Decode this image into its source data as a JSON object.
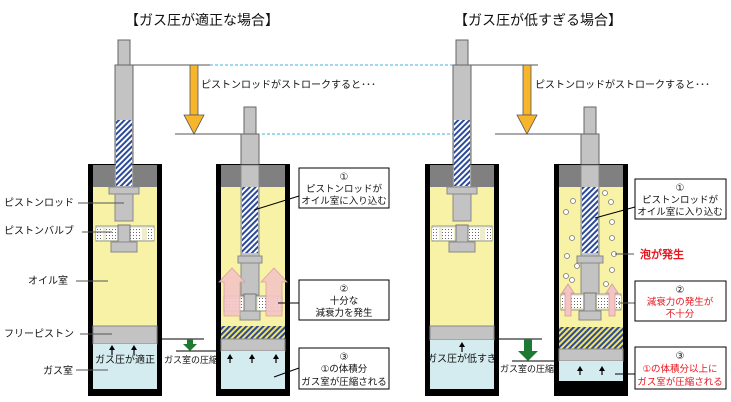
{
  "titles": {
    "left": "【ガス圧が適正な場合】",
    "right": "【ガス圧が低すぎる場合】"
  },
  "stroke_caption": "ピストンロッドがストロークすると･･･",
  "part_labels": {
    "rod": "ピストンロッド",
    "valve": "ピストンバルブ",
    "oil": "オイル室",
    "free_piston": "フリーピストン",
    "gas": "ガス室"
  },
  "gas_state": {
    "proper": "ガス圧が適正",
    "low": "ガス圧が低すぎ"
  },
  "gas_compression": "ガス室の圧縮",
  "bubble_label": "泡が発生",
  "proper_boxes": [
    {
      "num": "①",
      "line1": "ピストンロッドが",
      "line2": "オイル室に入り込む"
    },
    {
      "num": "②",
      "line1": "十分な",
      "line2": "減衰力を発生"
    },
    {
      "num": "③",
      "line1": "①の体積分",
      "line2": "ガス室が圧縮される"
    }
  ],
  "low_boxes": [
    {
      "num": "①",
      "line1": "ピストンロッドが",
      "line2": "オイル室に入り込む"
    },
    {
      "num": "②",
      "line1": "減衰力の発生が",
      "line2": "不十分"
    },
    {
      "num": "③",
      "line1": "①の体積分以上に",
      "line2": "ガス室が圧縮される"
    }
  ],
  "colors": {
    "oil": "#f7f2a6",
    "gas": "#d4ebef",
    "rod": "#c3c3c3",
    "cap": "#808080",
    "arrow_stroke": "#f7b52b",
    "arrow_compress": "#1e7a33",
    "flow_arrow": "#f4c5c5",
    "hatch": "#2b4a9a",
    "dash": "#3fb5e0",
    "warning": "#e8141e"
  }
}
